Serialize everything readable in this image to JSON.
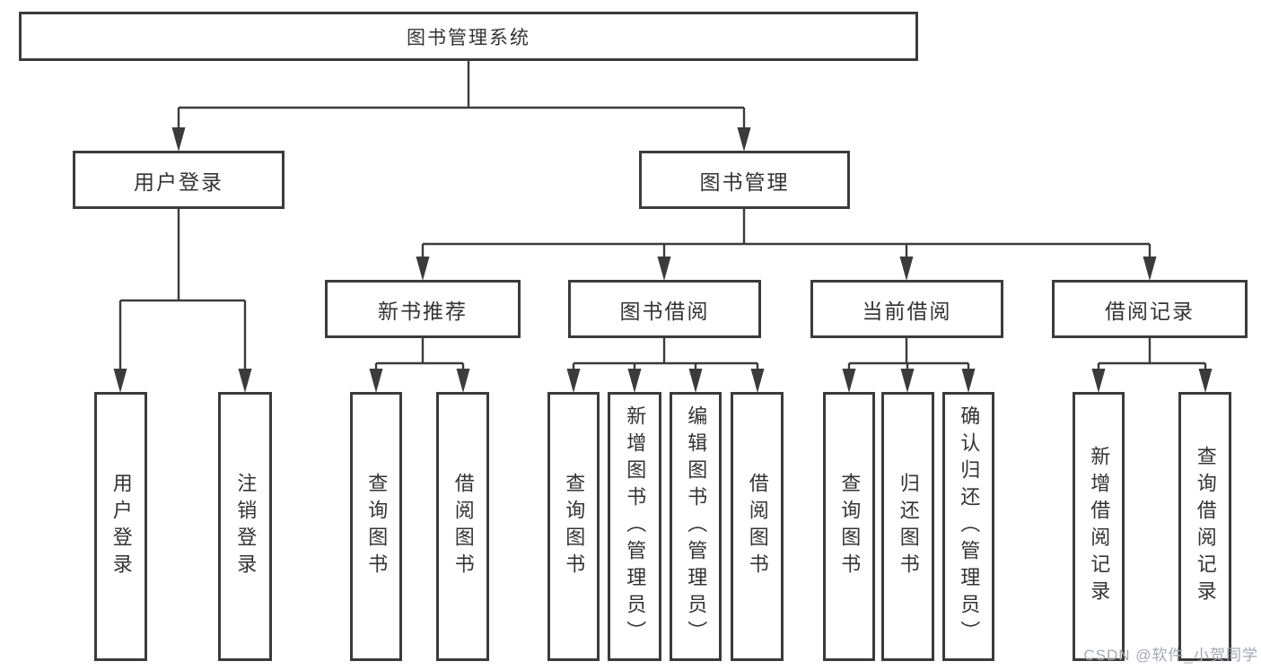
{
  "diagram": {
    "root": {
      "label": "图书管理系统"
    },
    "children": [
      {
        "label": "用户登录",
        "children": [
          {
            "label": "用户登录"
          },
          {
            "label": "注销登录"
          }
        ]
      },
      {
        "label": "图书管理",
        "children": [
          {
            "label": "新书推荐",
            "children": [
              {
                "label": "查询图书"
              },
              {
                "label": "借阅图书"
              }
            ]
          },
          {
            "label": "图书借阅",
            "children": [
              {
                "label": "查询图书"
              },
              {
                "label": "新增图书（管理员）"
              },
              {
                "label": "编辑图书（管理员）"
              },
              {
                "label": "借阅图书"
              }
            ]
          },
          {
            "label": "当前借阅",
            "children": [
              {
                "label": "查询图书"
              },
              {
                "label": "归还图书"
              },
              {
                "label": "确认归还（管理员）"
              }
            ]
          },
          {
            "label": "借阅记录",
            "children": [
              {
                "label": "新增借阅记录"
              },
              {
                "label": "查询借阅记录"
              }
            ]
          }
        ]
      }
    ]
  },
  "watermark": {
    "text": "CSDN @软件_小贺同学"
  },
  "colors": {
    "line": "#3b3b3b",
    "text": "#333333",
    "watermark": "#a2a8b3",
    "background": "#ffffff"
  }
}
